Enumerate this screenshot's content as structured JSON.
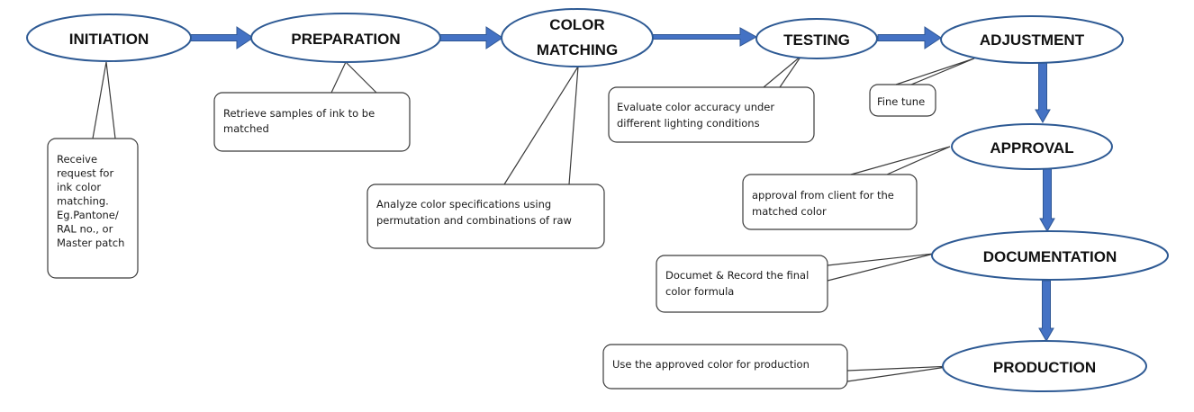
{
  "stages": [
    {
      "id": "initiation",
      "label": [
        "INITIATION"
      ]
    },
    {
      "id": "preparation",
      "label": [
        "PREPARATION"
      ]
    },
    {
      "id": "color-matching",
      "label": [
        "COLOR",
        "MATCHING"
      ]
    },
    {
      "id": "testing",
      "label": [
        "TESTING"
      ]
    },
    {
      "id": "adjustment",
      "label": [
        "ADJUSTMENT"
      ]
    },
    {
      "id": "approval",
      "label": [
        "APPROVAL"
      ]
    },
    {
      "id": "documentation",
      "label": [
        "DOCUMENTATION"
      ]
    },
    {
      "id": "production",
      "label": [
        "PRODUCTION"
      ]
    }
  ],
  "callouts": [
    {
      "id": "initiation",
      "lines": [
        "Receive",
        "request for",
        "ink color",
        "matching.",
        "Eg.Pantone/",
        "RAL no., or",
        "Master patch"
      ]
    },
    {
      "id": "preparation",
      "lines": [
        "Retrieve samples of ink to be",
        "matched"
      ]
    },
    {
      "id": "color-matching",
      "lines": [
        "Analyze color specifications using",
        "permutation and combinations of raw"
      ]
    },
    {
      "id": "testing",
      "lines": [
        "Evaluate color accuracy under",
        "different lighting conditions"
      ]
    },
    {
      "id": "adjustment",
      "lines": [
        "Fine tune"
      ]
    },
    {
      "id": "approval",
      "lines": [
        "approval from client for the",
        "matched color"
      ]
    },
    {
      "id": "documentation",
      "lines": [
        "Documet & Record the final",
        "color formula"
      ]
    },
    {
      "id": "production",
      "lines": [
        "Use the approved color for production"
      ]
    }
  ],
  "colors": {
    "stroke": "#2e5a94",
    "arrow": "#4472c4",
    "arrow_edge": "#2e5694",
    "callout_stroke": "#3b3b3b"
  }
}
